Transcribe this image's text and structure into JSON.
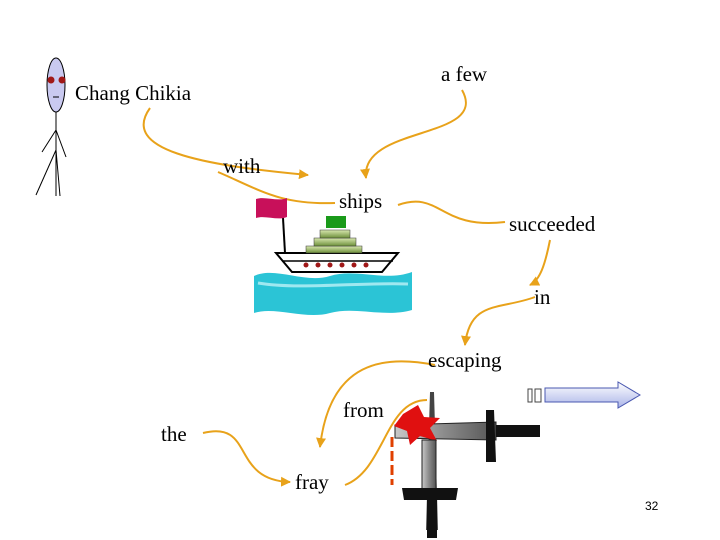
{
  "words": {
    "name": "Chang Chikia",
    "a_few": "a few",
    "with": "with",
    "ships": "ships",
    "succeeded": "succeeded",
    "in": "in",
    "escaping": "escaping",
    "from": "from",
    "the": "the",
    "fray": "fray"
  },
  "page_number": "32",
  "colors": {
    "arrow": "#e8a21a",
    "sea": "#2bc4d6",
    "flag": "#c8105a",
    "head": "#c9c9f0"
  },
  "icons": [
    "stick-figure-icon",
    "ship-icon",
    "fighter-planes-icon",
    "right-arrow-icon"
  ]
}
